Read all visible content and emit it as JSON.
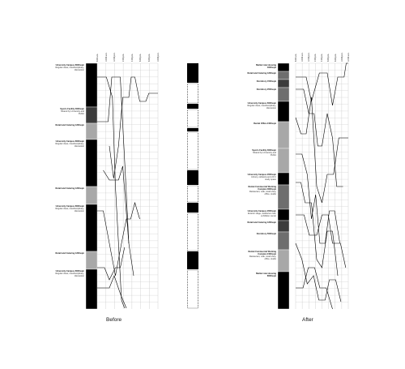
{
  "captions": {
    "before": "Before",
    "after": "After"
  },
  "colors": {
    "black": "#000000",
    "dark_gray": "#3c3c3c",
    "mid_gray": "#6e6e6e",
    "light_gray": "#a8a8a8",
    "grid": "#c8c8c8",
    "line": "#000000"
  },
  "before": {
    "time_ticks": [
      "8:00 a.m.",
      "10:00 a.m.",
      "12:00 p.m.",
      "2:00 p.m.",
      "4:00 p.m.",
      "6:00 p.m.",
      "8:00 p.m.",
      "10:00 p.m."
    ],
    "programs": [
      {
        "title": "University Campus  8000sqm",
        "subtitle": "Regular class, interdisciplinary, discussion",
        "tone": "black"
      },
      {
        "title": "Sports Facility  3000sqm",
        "subtitle": "Shared by University and Public",
        "tone": "dark_gray"
      },
      {
        "title": "Retail and Catering  1200sqm",
        "subtitle": "",
        "tone": "light_gray"
      },
      {
        "title": "University Campus  8000sqm",
        "subtitle": "Regular class, interdisciplinary, discussion",
        "tone": "black"
      },
      {
        "title": "Retail and Catering  1200sqm",
        "subtitle": "",
        "tone": "light_gray"
      },
      {
        "title": "University Campus  8000sqm",
        "subtitle": "Regular class, interdisciplinary, discussion",
        "tone": "black"
      },
      {
        "title": "Retail and Catering  1200sqm",
        "subtitle": "",
        "tone": "light_gray"
      },
      {
        "title": "University Campus  8000sqm",
        "subtitle": "Regular class, interdisciplinary, discussion",
        "tone": "black"
      }
    ]
  },
  "after": {
    "time_ticks": [
      "8:00 a.m.",
      "10:00 a.m.",
      "12:00 p.m.",
      "2:00 p.m.",
      "4:00 p.m.",
      "6:00 p.m.",
      "8:00 p.m.",
      "10:00 p.m.",
      "12:00 a.m."
    ],
    "programs": [
      {
        "title": "Market rate Housing  4000sqm",
        "subtitle": "",
        "tone": "black"
      },
      {
        "title": "Retail and Catering  1200sqm",
        "subtitle": "",
        "tone": "mid_gray"
      },
      {
        "title": "Dormitory  1500sqm",
        "subtitle": "",
        "tone": "dark_gray"
      },
      {
        "title": "Dormitory  2500sqm",
        "subtitle": "",
        "tone": "mid_gray"
      },
      {
        "title": "University Campus  6000sqm",
        "subtitle": "Regular class, interdisciplinary, discussion",
        "tone": "black"
      },
      {
        "title": "Rental Office  2400sqm",
        "subtitle": "",
        "tone": "light_gray"
      },
      {
        "title": "Sports Facility  3000sqm",
        "subtitle": "Shared by University and Public",
        "tone": "light_gray"
      },
      {
        "title": "University Campus  2000sqm",
        "subtitle": "Library, cafeteria and 24 hr study space",
        "tone": "black"
      },
      {
        "title": "Rental Commercial Working Complex  3600sqm",
        "subtitle": "Restaurant, cafe, retail shop, office, studio",
        "tone": "mid_gray"
      },
      {
        "title": "University Campus  2000sqm",
        "subtitle": "Exterior stage, auditorium hall, exhibition center",
        "tone": "black"
      },
      {
        "title": "Retail and Catering  1200sqm",
        "subtitle": "",
        "tone": "dark_gray"
      },
      {
        "title": "Dormitory  5000sqm",
        "subtitle": "",
        "tone": "mid_gray"
      },
      {
        "title": "Rental Commercial Working Complex  2400sqm",
        "subtitle": "Restaurant, cafe, retail shop, office, studio",
        "tone": "light_gray"
      },
      {
        "title": "Market rate Housing  8000sqm",
        "subtitle": "",
        "tone": "black"
      }
    ]
  }
}
